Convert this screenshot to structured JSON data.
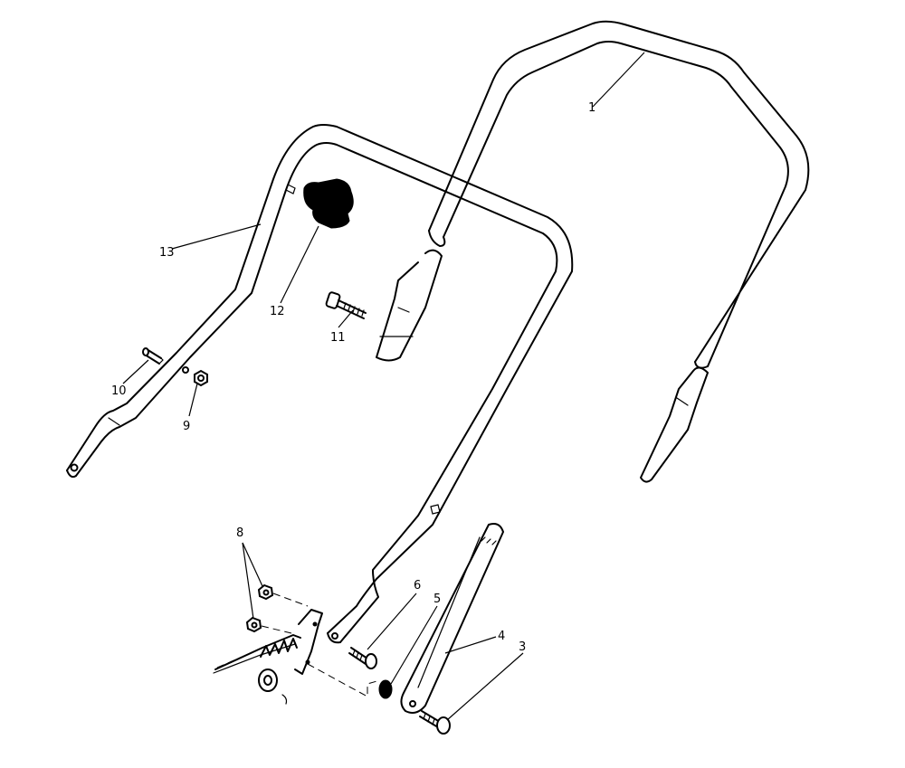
{
  "callouts": [
    {
      "id": "1",
      "label": "1"
    },
    {
      "id": "3",
      "label": "3"
    },
    {
      "id": "4",
      "label": "4"
    },
    {
      "id": "5",
      "label": "5"
    },
    {
      "id": "6",
      "label": "6"
    },
    {
      "id": "8",
      "label": "8"
    },
    {
      "id": "9",
      "label": "9"
    },
    {
      "id": "10",
      "label": "10"
    },
    {
      "id": "11",
      "label": "11"
    },
    {
      "id": "12",
      "label": "12"
    },
    {
      "id": "13",
      "label": "13"
    }
  ]
}
